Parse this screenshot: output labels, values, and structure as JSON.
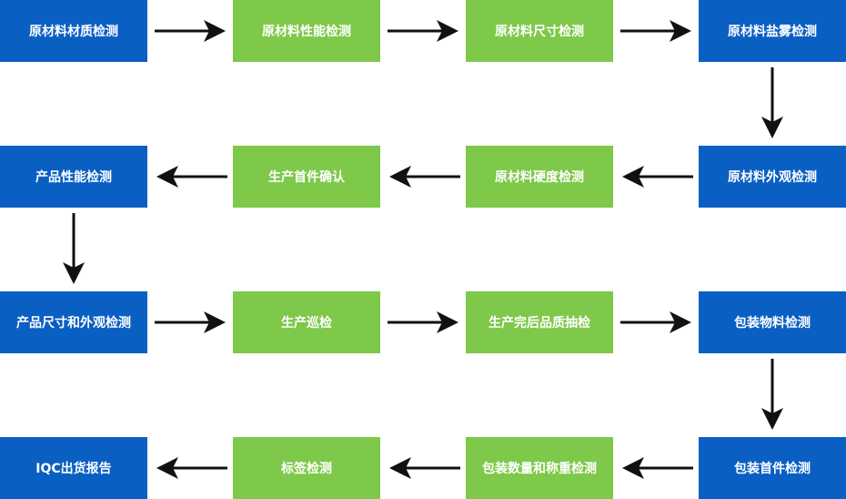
{
  "colors": {
    "blue": "#0a5fc3",
    "green": "#7ec84a",
    "arrow": "#111111"
  },
  "steps": [
    {
      "label": "原材料材质检测",
      "color": "blue"
    },
    {
      "label": "原材料性能检测",
      "color": "green"
    },
    {
      "label": "原材料尺寸检测",
      "color": "green"
    },
    {
      "label": "原材料盐雾检测",
      "color": "blue"
    },
    {
      "label": "原材料外观检测",
      "color": "blue"
    },
    {
      "label": "原材料硬度检测",
      "color": "green"
    },
    {
      "label": "生产首件确认",
      "color": "green"
    },
    {
      "label": "产品性能检测",
      "color": "blue"
    },
    {
      "label": "产品尺寸和外观检测",
      "color": "blue"
    },
    {
      "label": "生产巡检",
      "color": "green"
    },
    {
      "label": "生产完后品质抽检",
      "color": "green"
    },
    {
      "label": "包装物料检测",
      "color": "blue"
    },
    {
      "label": "包装首件检测",
      "color": "blue"
    },
    {
      "label": "包装数量和称重检测",
      "color": "green"
    },
    {
      "label": "标签检测",
      "color": "green"
    },
    {
      "label": "IQC出货报告",
      "color": "blue"
    }
  ]
}
